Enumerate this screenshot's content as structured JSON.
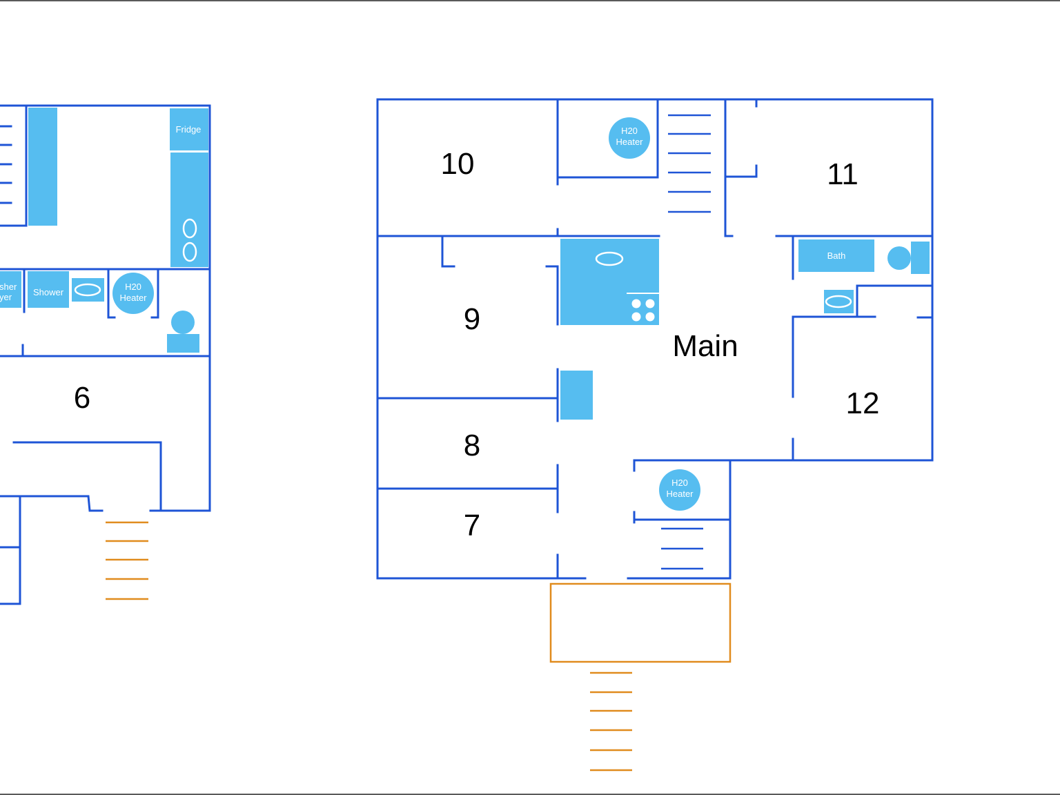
{
  "colors": {
    "wall": "#1e54d6",
    "fixture": "#56bdf0",
    "stairs_outdoor": "#e08b1d",
    "label": "#000000",
    "fixture_text": "#ffffff"
  },
  "left_plan": {
    "rooms": {
      "room_6": "6"
    },
    "fixtures": {
      "fridge": "Fridge",
      "shower": "Shower",
      "washer_dryer_line1": "sher",
      "washer_dryer_line2": "yer",
      "h2o_heater_line1": "H20",
      "h2o_heater_line2": "Heater"
    }
  },
  "right_plan": {
    "rooms": {
      "room_10": "10",
      "room_11": "11",
      "room_9": "9",
      "room_12": "12",
      "room_8": "8",
      "room_7": "7",
      "main": "Main"
    },
    "fixtures": {
      "h2o_heater_top_line1": "H20",
      "h2o_heater_top_line2": "Heater",
      "h2o_heater_bottom_line1": "H20",
      "h2o_heater_bottom_line2": "Heater",
      "bath": "Bath"
    }
  }
}
